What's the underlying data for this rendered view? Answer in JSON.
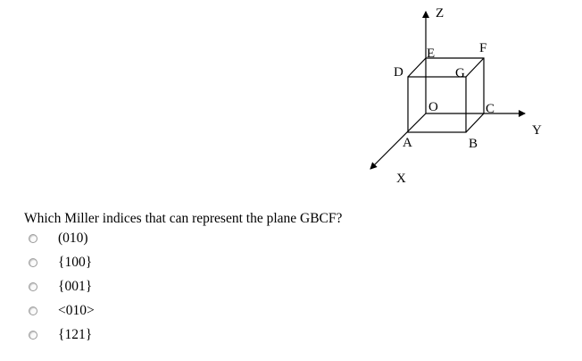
{
  "diagram": {
    "axes": {
      "x_label": "X",
      "y_label": "Y",
      "z_label": "Z"
    },
    "vertices": {
      "A": "A",
      "B": "B",
      "C": "C",
      "D": "D",
      "E": "E",
      "F": "F",
      "G": "G",
      "O": "O"
    }
  },
  "question": {
    "text": "Which Miller indices that can represent the plane GBCF?",
    "options": [
      {
        "label": "(010)",
        "selected": false
      },
      {
        "label": "{100}",
        "selected": false
      },
      {
        "label": "{001}",
        "selected": false
      },
      {
        "label": "<010>",
        "selected": false
      },
      {
        "label": "{121}",
        "selected": false
      }
    ]
  }
}
